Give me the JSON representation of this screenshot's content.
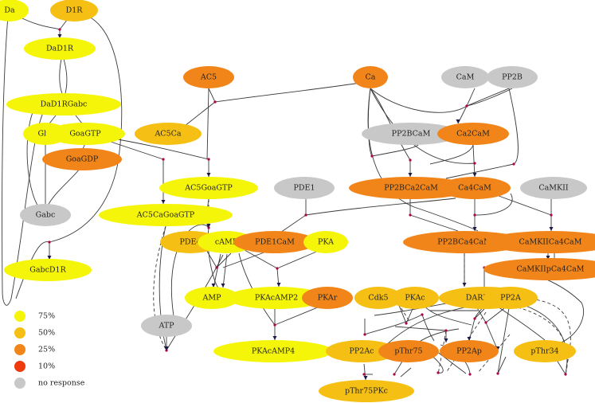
{
  "colors": {
    "75": "#f5f50a",
    "50": "#f5c013",
    "25": "#f28519",
    "10": "#ee3a0c",
    "none": "#c8c8c8"
  },
  "nodes": [
    {
      "id": "Da",
      "label": "Da",
      "level": "75"
    },
    {
      "id": "D1R",
      "label": "D1R",
      "level": "50"
    },
    {
      "id": "DaD1R",
      "label": "DaD1R",
      "level": "75"
    },
    {
      "id": "DaD1RGabc",
      "label": "DaD1RGabc",
      "level": "75"
    },
    {
      "id": "Gbc",
      "label": "Gbc",
      "level": "75"
    },
    {
      "id": "GoaGTP",
      "label": "GoaGTP",
      "level": "75"
    },
    {
      "id": "GoaGDP",
      "label": "GoaGDP",
      "level": "25"
    },
    {
      "id": "Gabc",
      "label": "Gabc",
      "level": "none"
    },
    {
      "id": "GabcD1R",
      "label": "GabcD1R",
      "level": "75"
    },
    {
      "id": "AC5",
      "label": "AC5",
      "level": "25"
    },
    {
      "id": "AC5Ca",
      "label": "AC5Ca",
      "level": "50"
    },
    {
      "id": "AC5GoaGTP",
      "label": "AC5GoaGTP",
      "level": "75"
    },
    {
      "id": "AC5CaGoaGTP",
      "label": "AC5CaGoaGTP",
      "level": "75"
    },
    {
      "id": "PDE1",
      "label": "PDE1",
      "level": "none"
    },
    {
      "id": "PDE4",
      "label": "PDE4",
      "level": "50"
    },
    {
      "id": "cAMP",
      "label": "cAMP",
      "level": "75"
    },
    {
      "id": "PDE1CaM",
      "label": "PDE1CaM",
      "level": "25"
    },
    {
      "id": "PKA",
      "label": "PKA",
      "level": "75"
    },
    {
      "id": "AMP",
      "label": "AMP",
      "level": "75"
    },
    {
      "id": "PKAcAMP2",
      "label": "PKAcAMP2",
      "level": "75"
    },
    {
      "id": "PKAr",
      "label": "PKAr",
      "level": "25"
    },
    {
      "id": "ATP",
      "label": "ATP",
      "level": "none"
    },
    {
      "id": "PKAcAMP4",
      "label": "PKAcAMP4",
      "level": "75"
    },
    {
      "id": "Ca",
      "label": "Ca",
      "level": "25"
    },
    {
      "id": "CaM",
      "label": "CaM",
      "level": "none"
    },
    {
      "id": "PP2B",
      "label": "PP2B",
      "level": "none"
    },
    {
      "id": "PP2BCaM",
      "label": "PP2BCaM",
      "level": "none"
    },
    {
      "id": "Ca2CaM",
      "label": "Ca2CaM",
      "level": "25"
    },
    {
      "id": "PP2BCa2CaM",
      "label": "PP2BCa2CaM",
      "level": "25"
    },
    {
      "id": "Ca4CaM",
      "label": "Ca4CaM",
      "level": "25"
    },
    {
      "id": "CaMKII",
      "label": "CaMKII",
      "level": "none"
    },
    {
      "id": "PP2BCa4CaM",
      "label": "PP2BCa4CaM",
      "level": "25"
    },
    {
      "id": "CaMKIICa4CaM",
      "label": "CaMKIICa4CaM",
      "level": "25"
    },
    {
      "id": "CaMKIIpCa4CaM",
      "label": "CaMKIIpCa4CaM",
      "level": "25"
    },
    {
      "id": "Cdk5",
      "label": "Cdk5",
      "level": "50"
    },
    {
      "id": "PKAc",
      "label": "PKAc",
      "level": "50"
    },
    {
      "id": "DARPP32",
      "label": "DARPP32",
      "level": "50"
    },
    {
      "id": "PP2A",
      "label": "PP2A",
      "level": "50"
    },
    {
      "id": "PP2Ac",
      "label": "PP2Ac",
      "level": "50"
    },
    {
      "id": "pThr75",
      "label": "pThr75",
      "level": "25"
    },
    {
      "id": "PP2Ap",
      "label": "PP2Ap",
      "level": "25"
    },
    {
      "id": "pThr34",
      "label": "pThr34",
      "level": "50"
    },
    {
      "id": "pThr75PKc",
      "label": "pThr75PKc",
      "level": "50"
    }
  ],
  "legend": [
    {
      "label": "75%",
      "level": "75"
    },
    {
      "label": "50%",
      "level": "50"
    },
    {
      "label": "25%",
      "level": "25"
    },
    {
      "label": "10%",
      "level": "10"
    },
    {
      "label": "no response",
      "level": "none"
    }
  ]
}
